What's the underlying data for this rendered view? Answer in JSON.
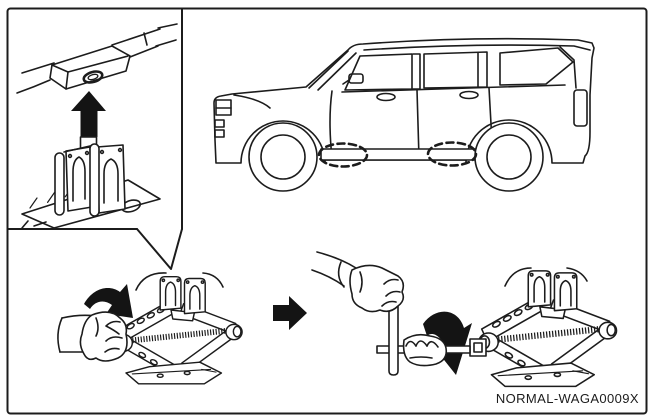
{
  "figure": {
    "caption": "NORMAL-WAGA0009X",
    "colors": {
      "line": "#1c1c1c",
      "background": "#ffffff",
      "arrow_fill": "#141414"
    },
    "panels": {
      "inset_label": "jack-point-closeup",
      "vehicle_label": "suv-side-view",
      "jack_point_markers": 2,
      "step1_label": "extend-jack-by-hand",
      "step2_label": "raise-jack-with-handle"
    }
  }
}
